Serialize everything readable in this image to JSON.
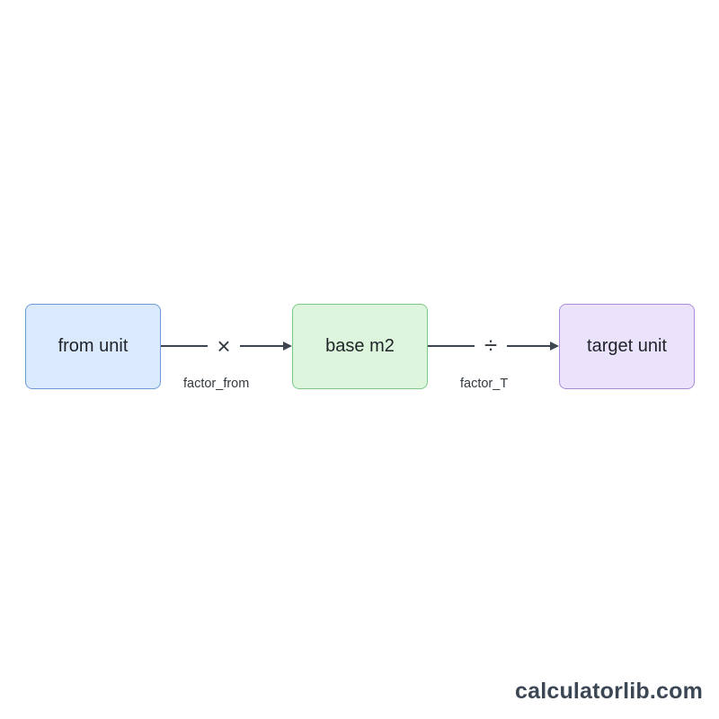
{
  "nodes": {
    "from": {
      "label": "from unit"
    },
    "base": {
      "label": "base m2"
    },
    "target": {
      "label": "target unit"
    }
  },
  "edges": {
    "from_to_base": {
      "operator": "×",
      "factor": "factor_from"
    },
    "base_to_target": {
      "operator": "÷",
      "factor": "factor_T"
    }
  },
  "colors": {
    "from_fill": "#dbe9fd",
    "from_border": "#6b9ad6",
    "base_fill": "#dcf5dc",
    "base_border": "#7cc98a",
    "target_fill": "#ebe3fb",
    "target_border": "#a98bd9",
    "arrow": "#3d4650"
  },
  "watermark": "calculatorlib.com"
}
